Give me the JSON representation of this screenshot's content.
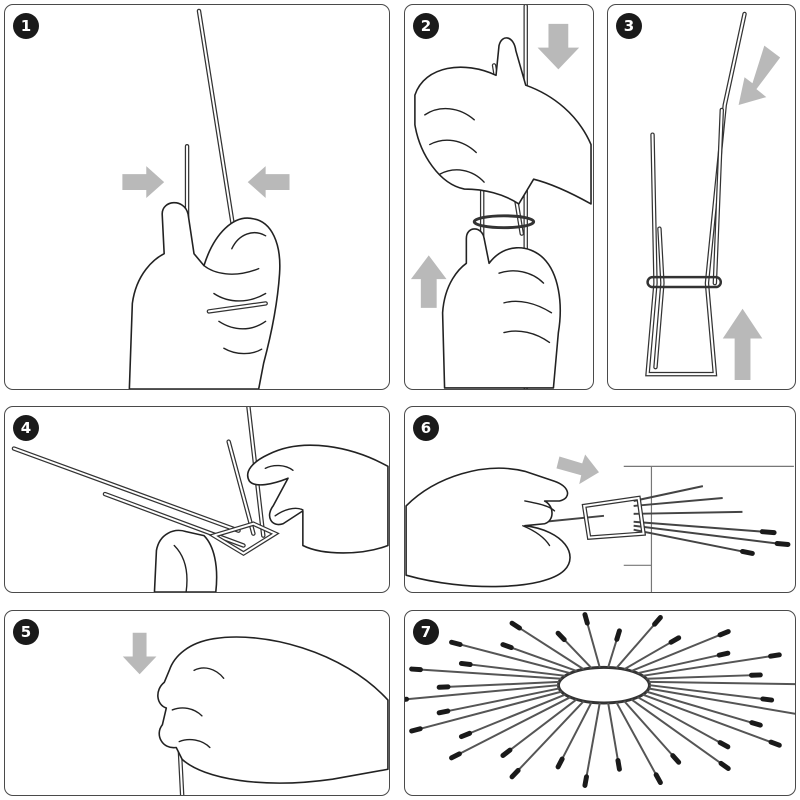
{
  "steps": [
    {
      "number": "1"
    },
    {
      "number": "2"
    },
    {
      "number": "3"
    },
    {
      "number": "4"
    },
    {
      "number": "5"
    },
    {
      "number": "6"
    },
    {
      "number": "7"
    }
  ],
  "colors": {
    "badge": "#1a1a1a",
    "arrow": "#b9b9b9",
    "outline": "#222222",
    "panel_border": "#4a4a4a"
  },
  "icons": [
    "press-arrow-icon",
    "down-arrow-icon",
    "up-arrow-icon",
    "push-arrow-icon"
  ]
}
